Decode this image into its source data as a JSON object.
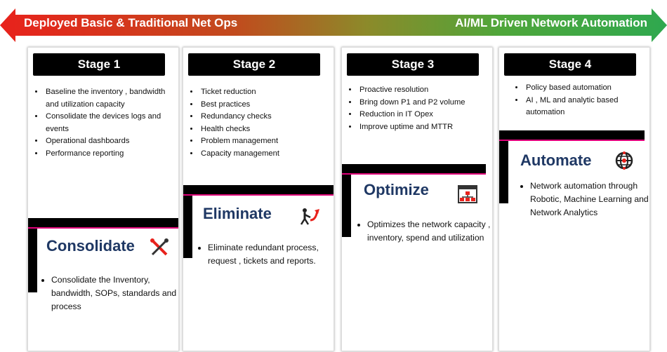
{
  "banner": {
    "left_label": "Deployed Basic & Traditional Net Ops",
    "right_label": "AI/ML Driven Network Automation"
  },
  "stages": [
    {
      "tab": "Stage 1",
      "bullets": [
        "Baseline the inventory , bandwidth and utilization capacity",
        "Consolidate the devices logs and events",
        "Operational dashboards",
        "Performance reporting"
      ],
      "title": "Consolidate",
      "icon": "tools-icon",
      "desc": "Consolidate the Inventory, bandwidth, SOPs, standards and process"
    },
    {
      "tab": "Stage 2",
      "bullets": [
        "Ticket reduction",
        "Best practices",
        "Redundancy checks",
        "Health checks",
        "Problem management",
        "Capacity management"
      ],
      "title": "Eliminate",
      "icon": "eliminate-icon",
      "desc": "Eliminate redundant process, request , tickets and reports."
    },
    {
      "tab": "Stage 3",
      "bullets": [
        "Proactive resolution",
        "Bring down P1 and P2 volume",
        "Reduction in IT Opex",
        "Improve uptime and MTTR"
      ],
      "title": "Optimize",
      "icon": "dashboard-icon",
      "desc": "Optimizes the network capacity , inventory, spend and utilization"
    },
    {
      "tab": "Stage 4",
      "bullets": [
        "Policy based automation",
        "AI , ML and analytic based automation"
      ],
      "title": "Automate",
      "icon": "globe-network-icon",
      "desc": "Network automation through Robotic, Machine Learning and Network Analytics"
    }
  ],
  "colors": {
    "banner_red": "#e8221c",
    "banner_green": "#2fa84f",
    "title": "#1f3864",
    "accent_pink": "#e0007a"
  }
}
